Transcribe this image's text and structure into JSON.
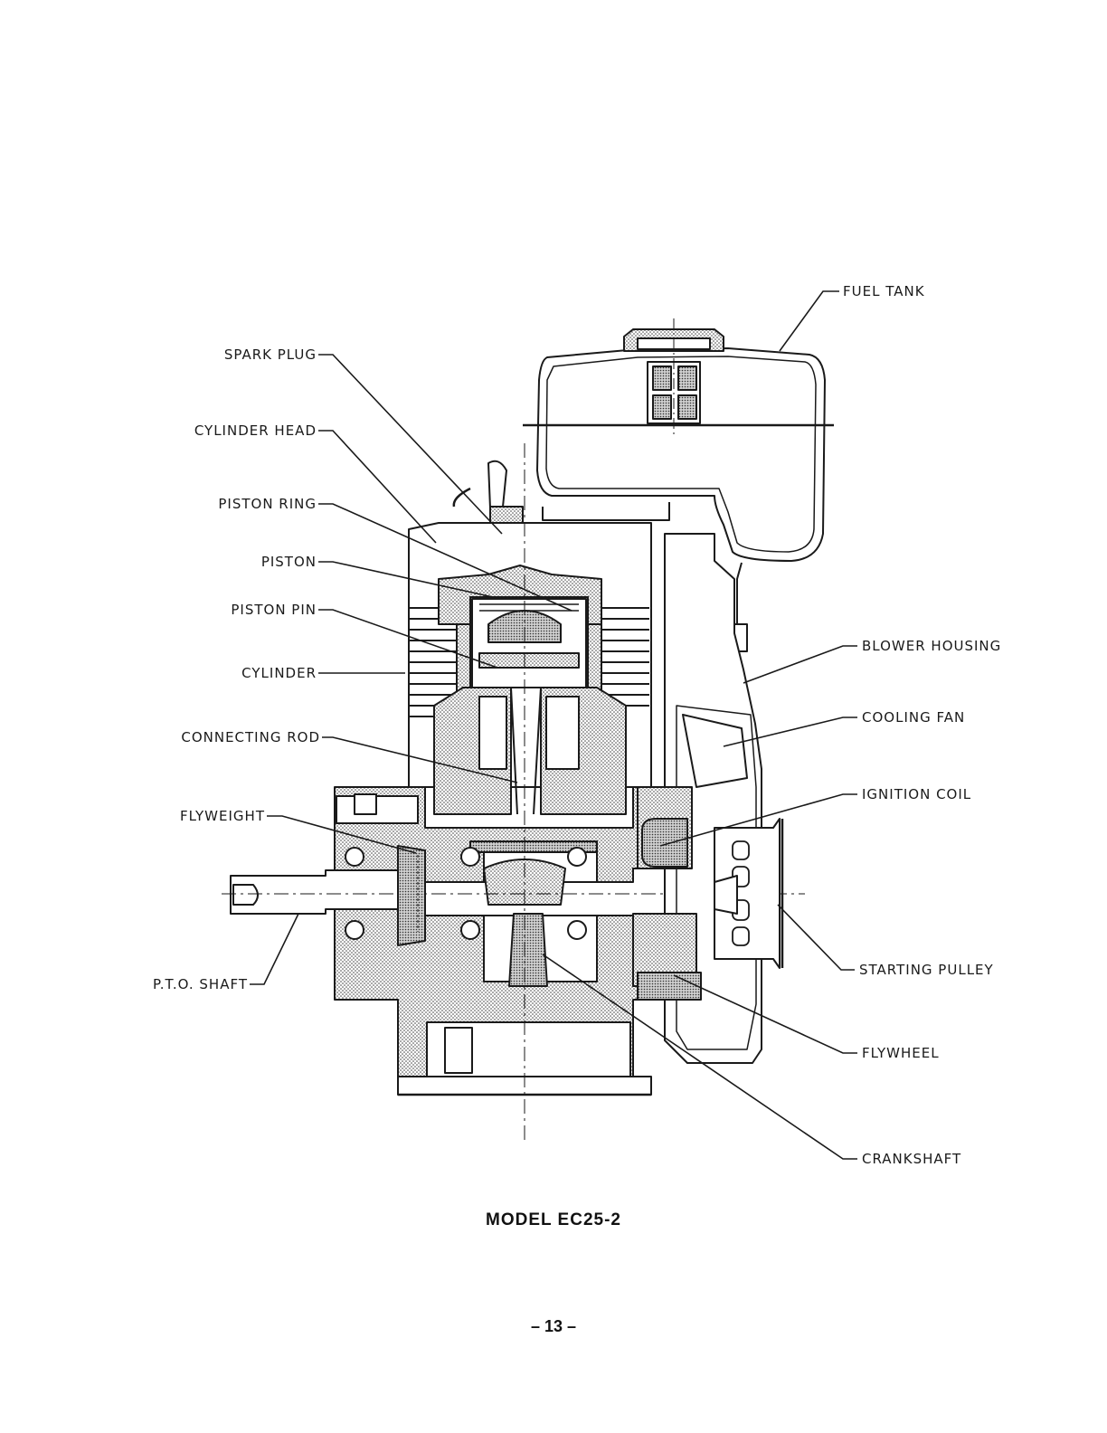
{
  "labels": {
    "fuel_tank": "FUEL TANK",
    "spark_plug": "SPARK PLUG",
    "cylinder_head": "CYLINDER HEAD",
    "piston_ring": "PISTON RING",
    "piston": "PISTON",
    "piston_pin": "PISTON PIN",
    "cylinder": "CYLINDER",
    "connecting_rod": "CONNECTING ROD",
    "flyweight": "FLYWEIGHT",
    "pto_shaft": "P.T.O. SHAFT",
    "blower_housing": "BLOWER HOUSING",
    "cooling_fan": "COOLING FAN",
    "ignition_coil": "IGNITION COIL",
    "starting_pulley": "STARTING PULLEY",
    "flywheel": "FLYWHEEL",
    "crankshaft": "CRANKSHAFT"
  },
  "caption": "MODEL EC25-2",
  "page_number": "– 13 –",
  "colors": {
    "ink": "#1a1a1a",
    "stipple": "#9a9a9a",
    "paper": "#ffffff"
  }
}
